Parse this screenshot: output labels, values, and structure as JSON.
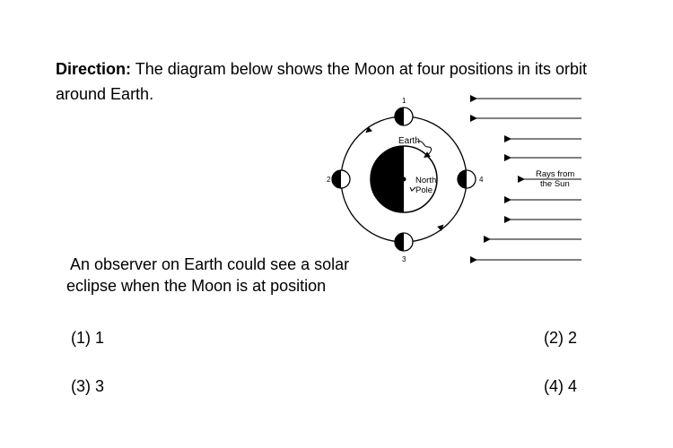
{
  "direction": {
    "label": "Direction:",
    "text": "The diagram below shows the Moon at four positions in its orbit around Earth."
  },
  "diagram": {
    "earth_label": "Earth",
    "pole_line1": "North",
    "pole_line2": "Pole",
    "sun_line1": "Rays from",
    "sun_line2": "the Sun",
    "positions": [
      "1",
      "2",
      "3",
      "4"
    ]
  },
  "question": {
    "line1": "An observer on Earth could see a solar",
    "line2": "eclipse when the Moon is at position"
  },
  "options": [
    {
      "label": "(1) 1"
    },
    {
      "label": "(2) 2"
    },
    {
      "label": "(3) 3"
    },
    {
      "label": "(4) 4"
    }
  ]
}
